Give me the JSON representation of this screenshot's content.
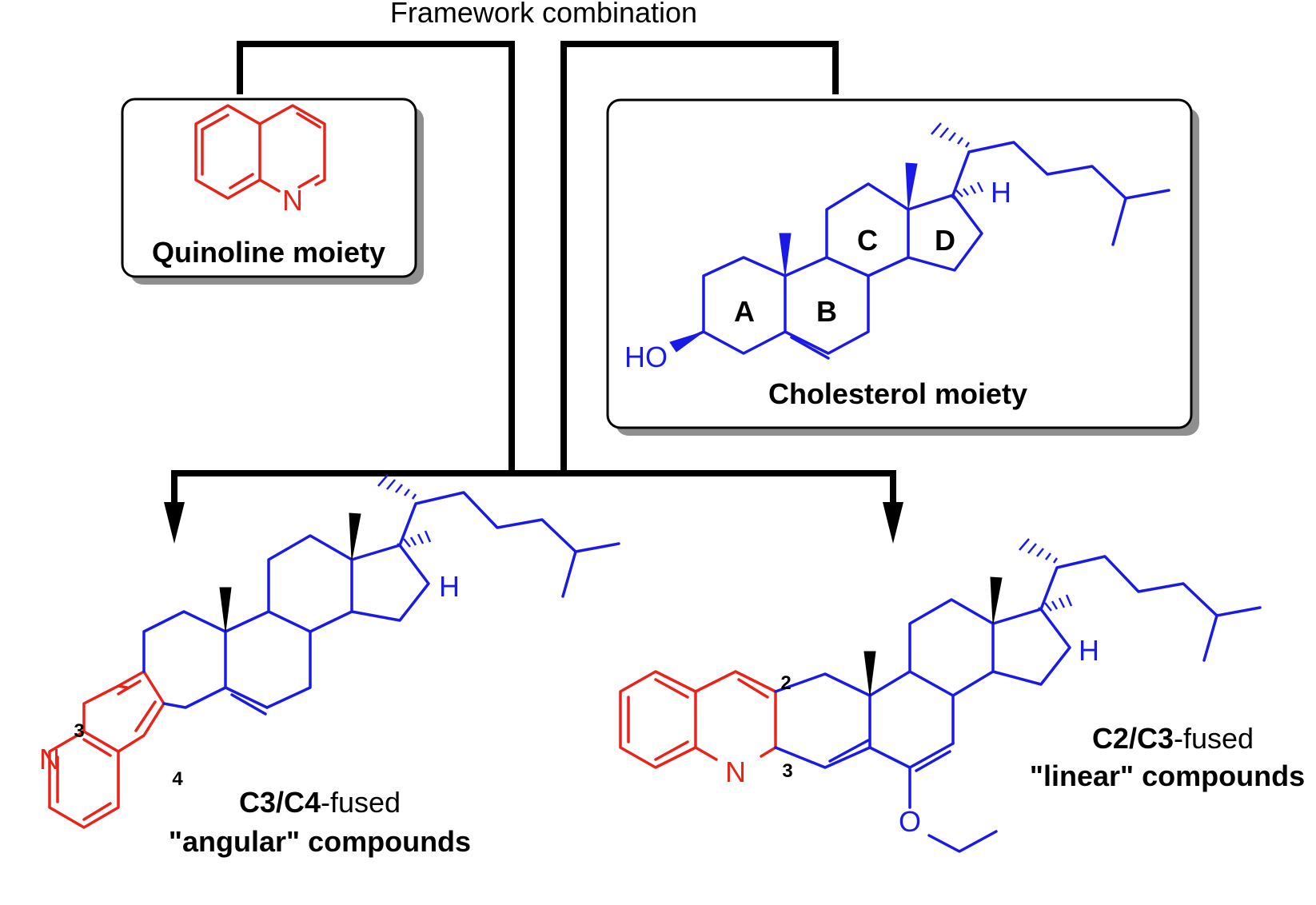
{
  "title": "Framework combination",
  "quinoline": {
    "label": "Quinoline moiety",
    "atom_n": "N",
    "color": "#e8231a"
  },
  "cholesterol": {
    "label": "Cholesterol moiety",
    "atom_ho": "HO",
    "atom_h": "H",
    "ring_a": "A",
    "ring_b": "B",
    "ring_c": "C",
    "ring_d": "D",
    "color": "#1a1ae6"
  },
  "angular": {
    "atom_n": "N",
    "atom_h": "H",
    "pos_3": "3",
    "pos_4": "4",
    "caption_line1_bold": "C3/C4",
    "caption_line1_rest": "-fused",
    "caption_line2": "\"angular\" compounds"
  },
  "linear": {
    "atom_n": "N",
    "atom_o": "O",
    "atom_h": "H",
    "pos_2": "2",
    "pos_3": "3",
    "caption_line1_bold": "C2/C3",
    "caption_line1_rest": "-fused",
    "caption_line2": "\"linear\" compounds"
  }
}
